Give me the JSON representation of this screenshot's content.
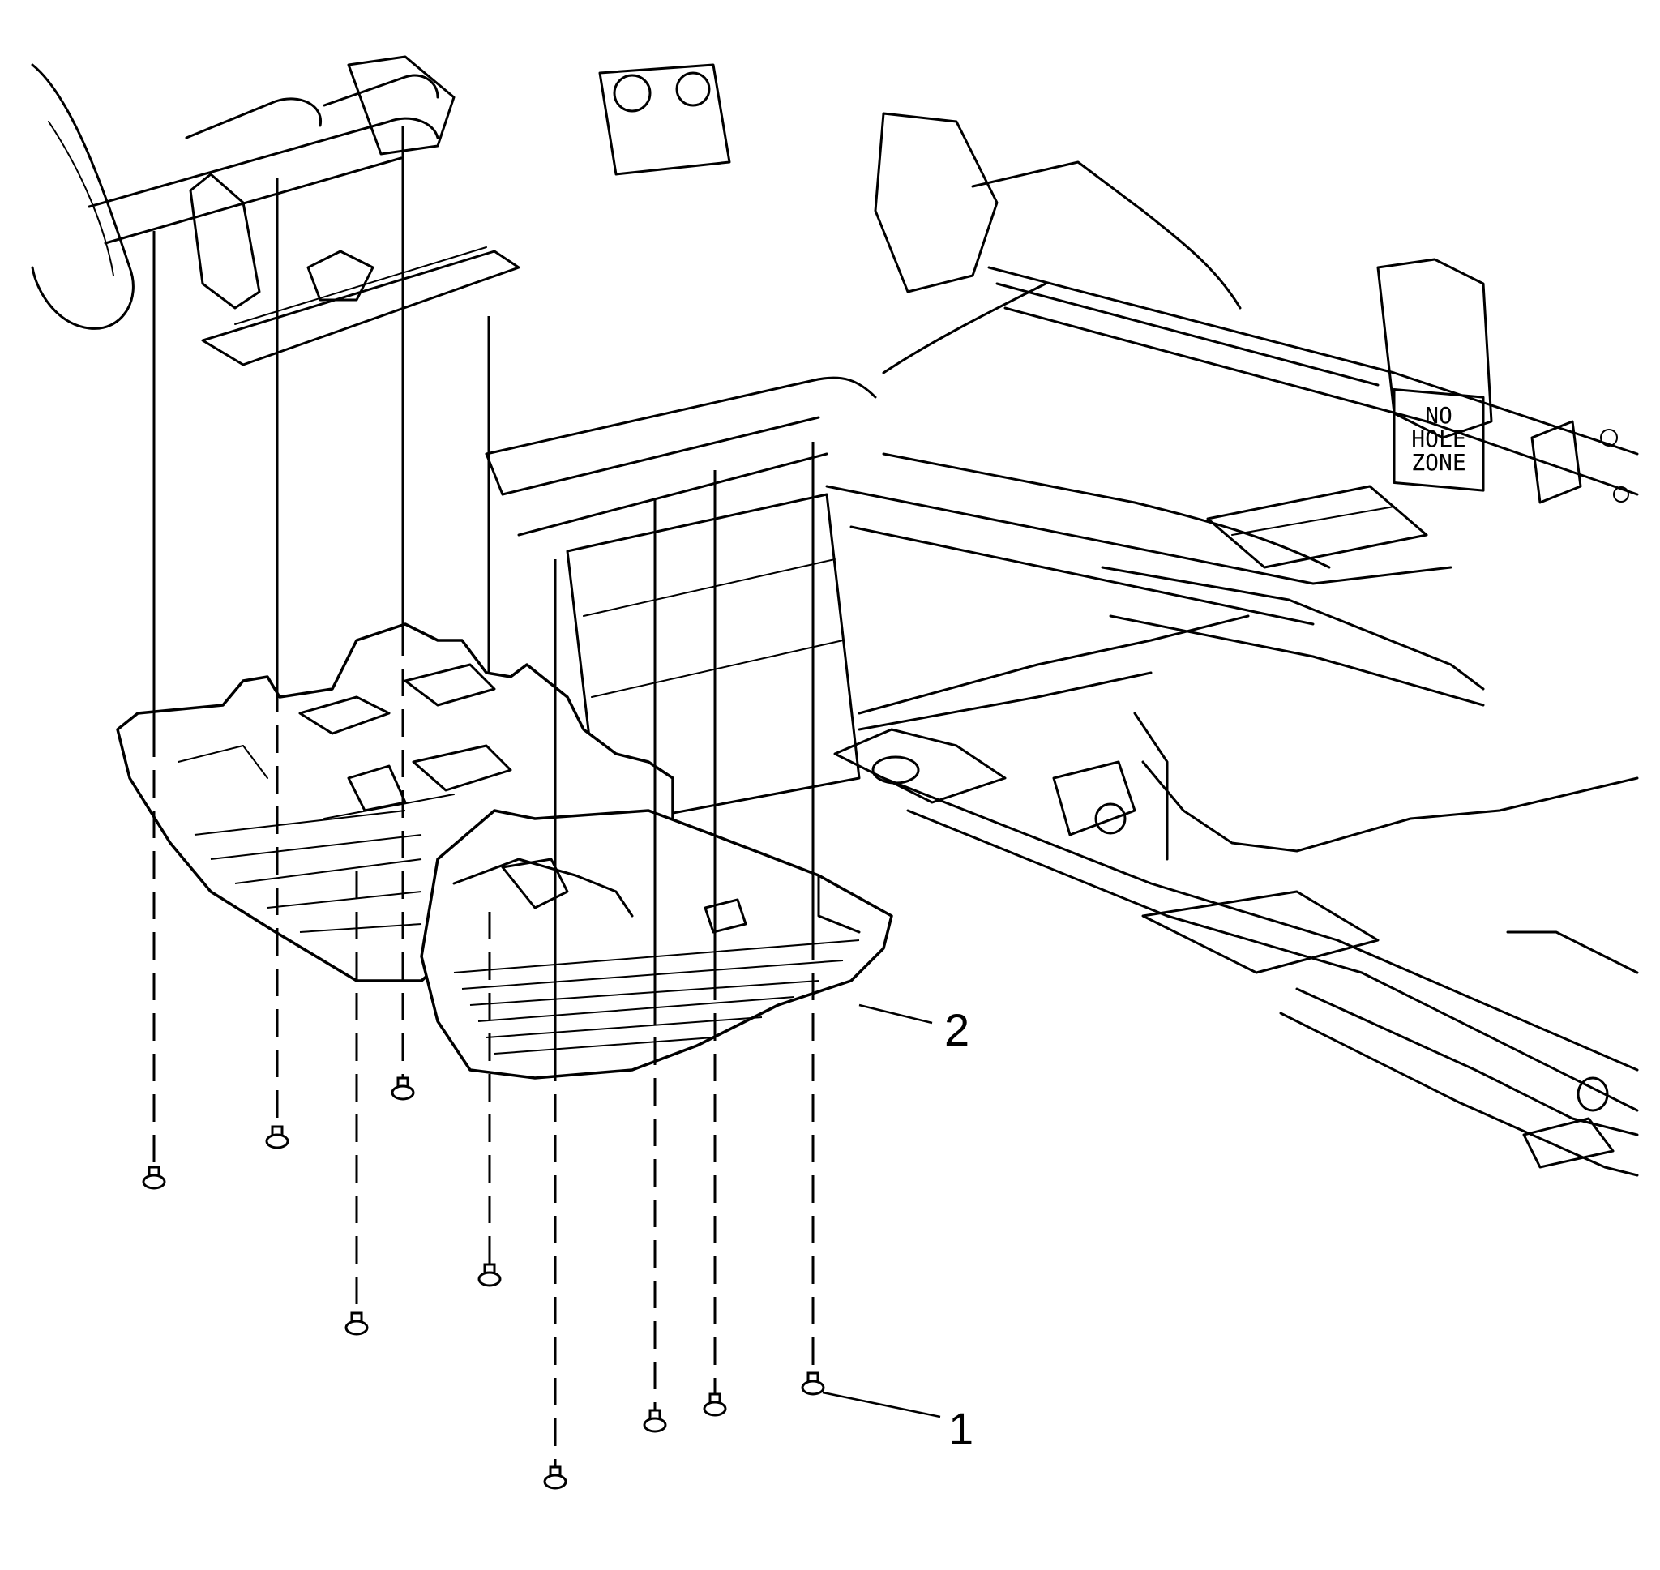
{
  "figure": {
    "type": "exploded-assembly-illustration",
    "subject": "underbody frame with shield and fasteners"
  },
  "callouts": [
    {
      "id": "1",
      "label": "1"
    },
    {
      "id": "2",
      "label": "2"
    }
  ],
  "frame_sign": {
    "lines": [
      "NO",
      "HOLE",
      "ZONE"
    ]
  }
}
